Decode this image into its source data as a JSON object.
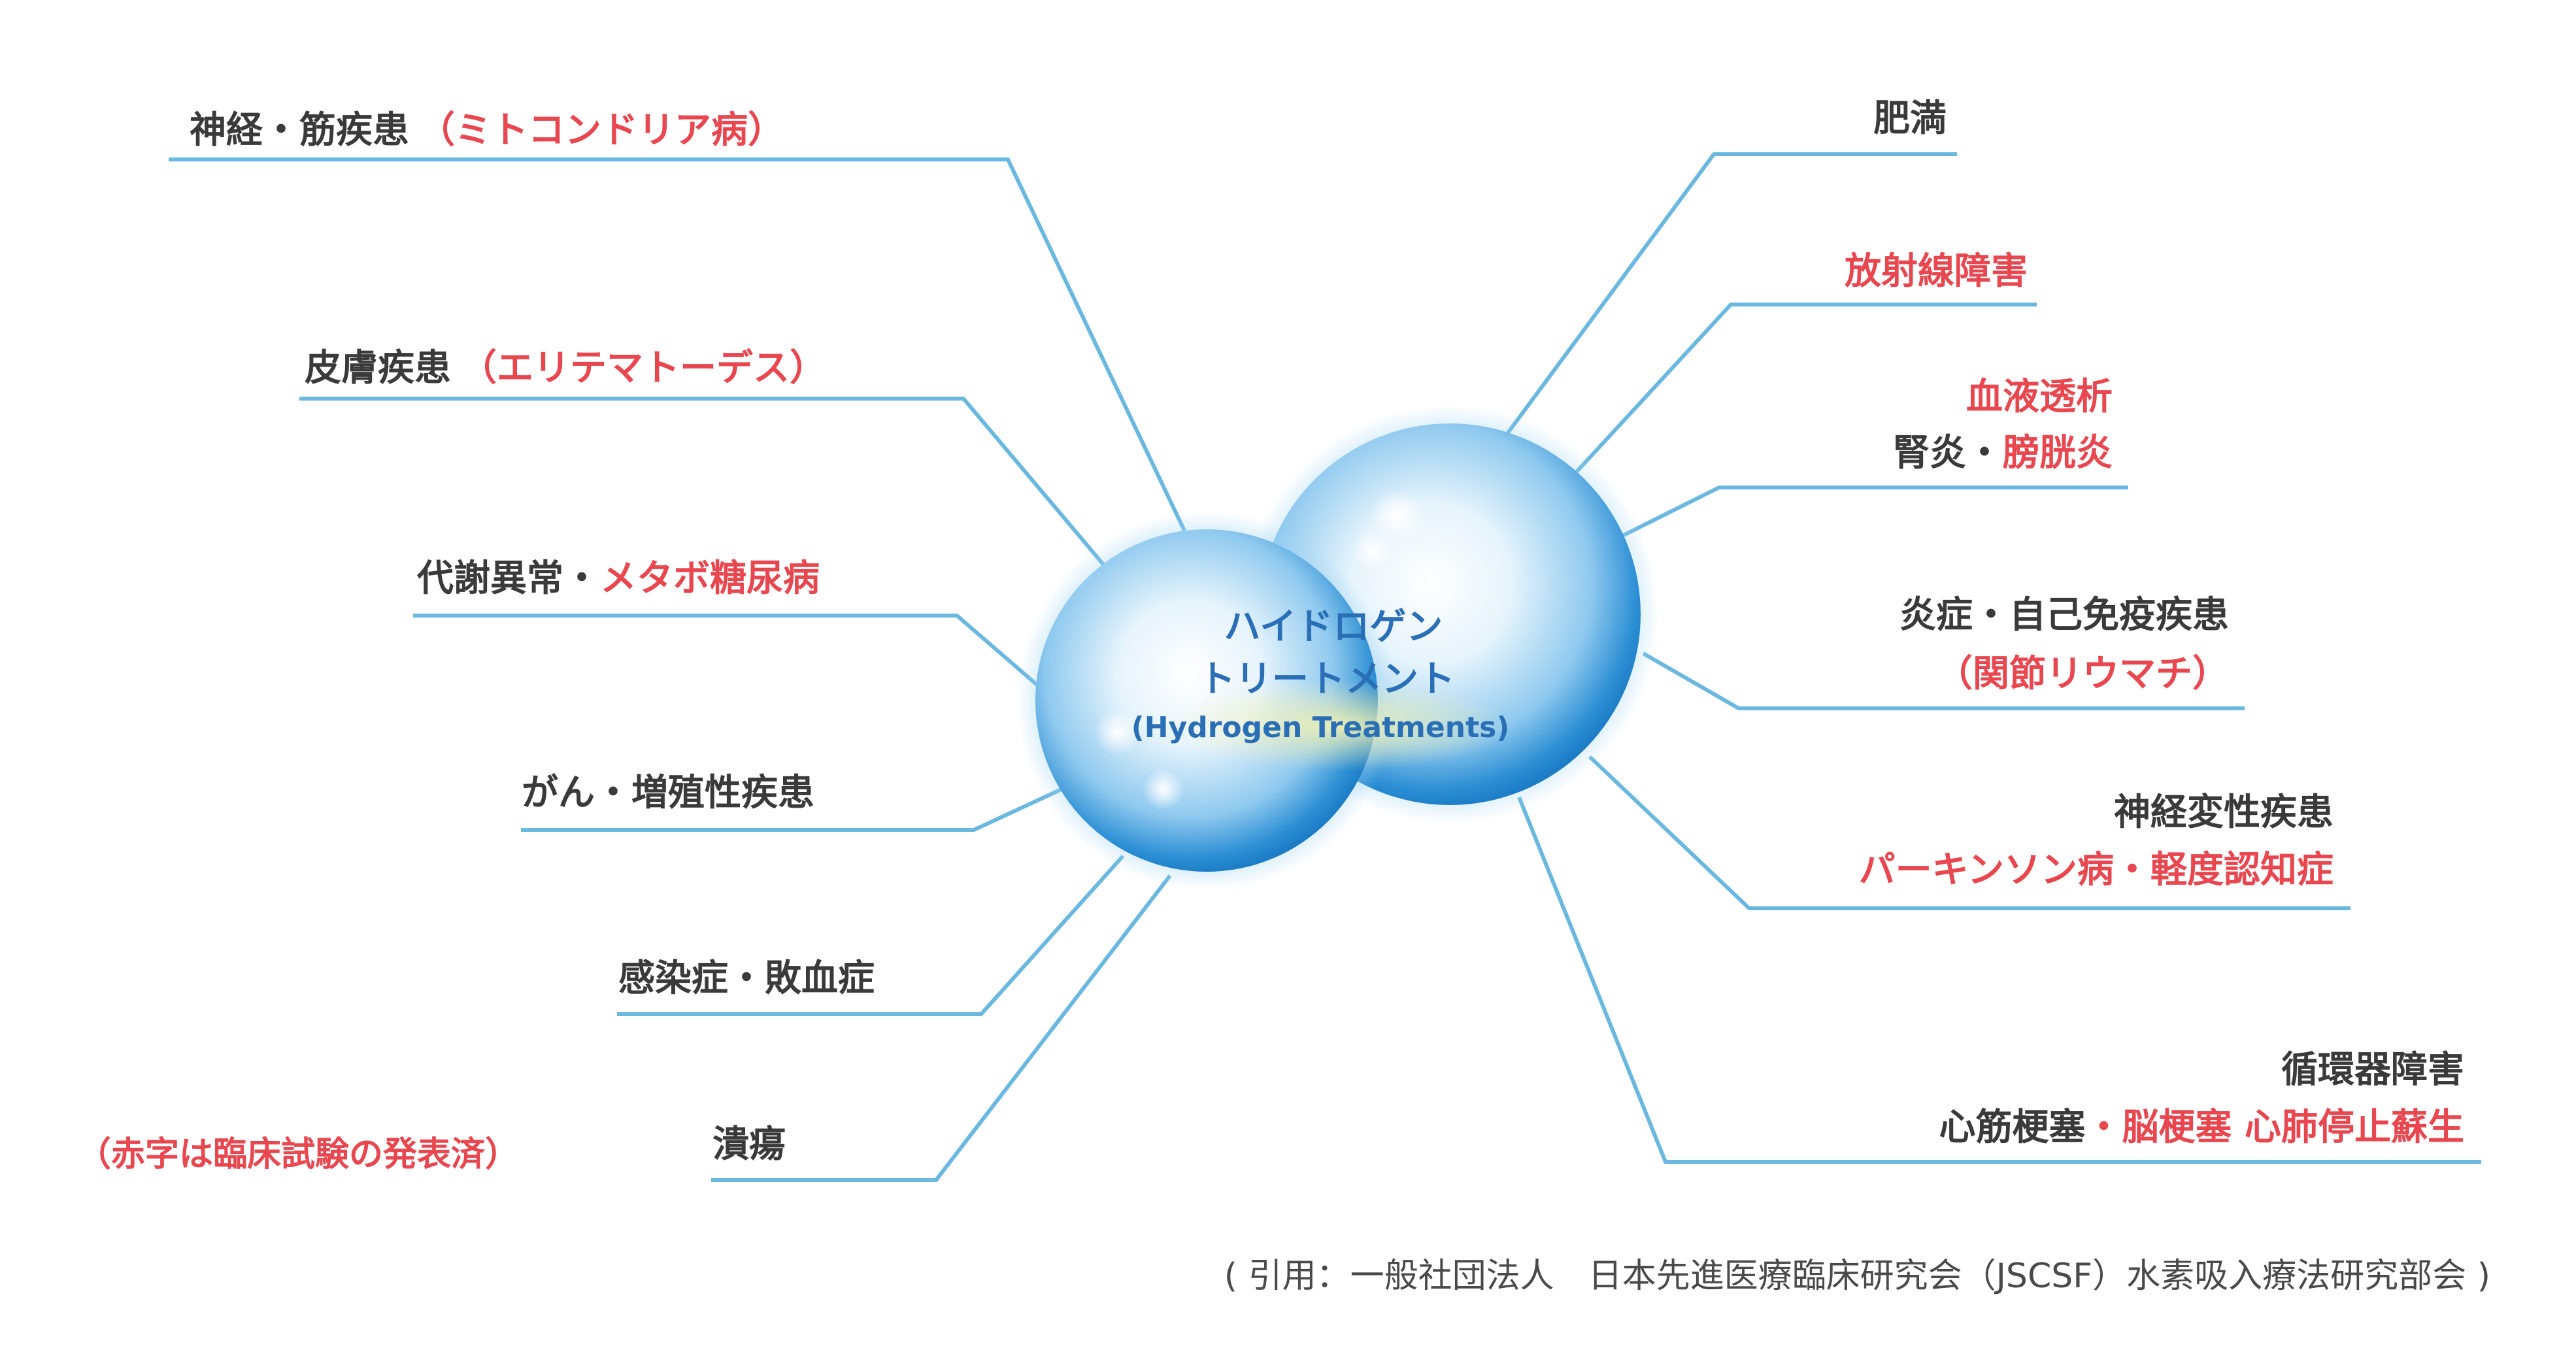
{
  "colors": {
    "dark": "#3a3a3a",
    "red": "#e8474f",
    "line": "#6ab8e0",
    "center_text": "#2a6fb5"
  },
  "center": {
    "line1": "ハイドロゲン",
    "line2": "トリートメント",
    "line3": "(Hydrogen Treatments)"
  },
  "left": {
    "neuro": {
      "dark": "神経・筋疾患",
      "red": "（ミトコンドリア病）"
    },
    "skin": {
      "dark": "皮膚疾患",
      "red": "（エリテマトーデス）"
    },
    "metabolic": {
      "dark": "代謝異常・",
      "red": "メタボ糖尿病"
    },
    "cancer": {
      "dark": "がん・増殖性疾患"
    },
    "infection": {
      "dark": "感染症・敗血症"
    },
    "ulcer": {
      "dark": "潰瘍"
    }
  },
  "right": {
    "obesity": {
      "dark": "肥満"
    },
    "radiation": {
      "red": "放射線障害"
    },
    "kidney": {
      "red1": "血液透析",
      "dark": "腎炎・",
      "red2": "膀胱炎"
    },
    "inflammation": {
      "dark": "炎症・自己免疫疾患",
      "red": "（関節リウマチ）"
    },
    "neurodegen": {
      "dark": "神経変性疾患",
      "red": "パーキンソン病・軽度認知症"
    },
    "circulatory": {
      "dark1": "循環器障害",
      "dark2": "心筋梗塞",
      "red": "・脳梗塞 心肺停止蘇生"
    }
  },
  "note": "（赤字は臨床試験の発表済）",
  "citation": "( 引用：一般社団法人　日本先進医療臨床研究会（JSCSF）水素吸入療法研究部会 )"
}
